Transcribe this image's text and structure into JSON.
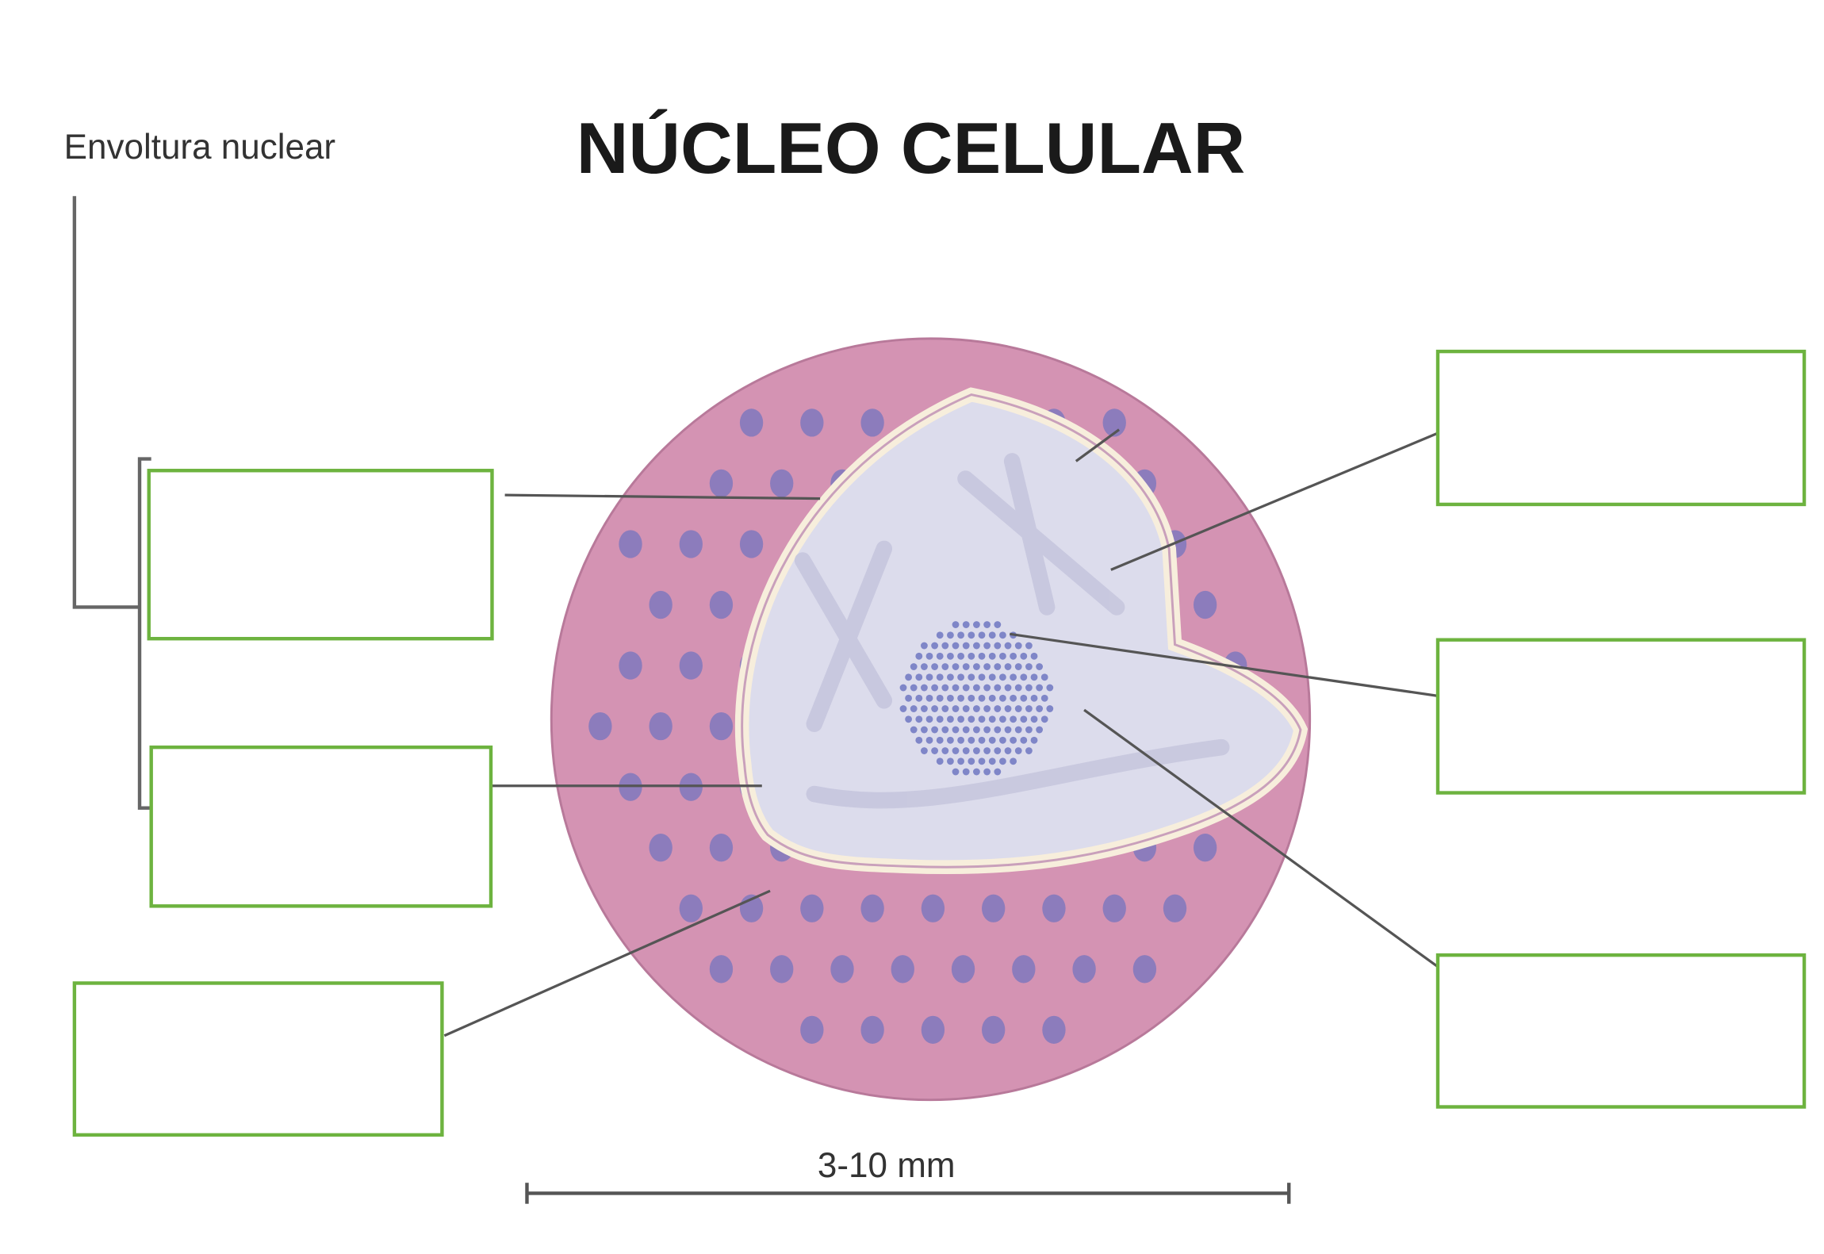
{
  "title": "NÚCLEO CELULAR",
  "envelope_label": "Envoltura nuclear",
  "scale_label": "3-10 mm",
  "label_boxes": [
    "",
    "",
    "",
    "",
    "",
    ""
  ],
  "colors": {
    "box_border": "#6db33f",
    "nucleus_surface": "#d493b3",
    "pore": "#8c7cbc",
    "interior": "#dcdcec",
    "membrane": "#f7eedc",
    "nucleolus": "#7f86c8",
    "line": "#555555"
  }
}
